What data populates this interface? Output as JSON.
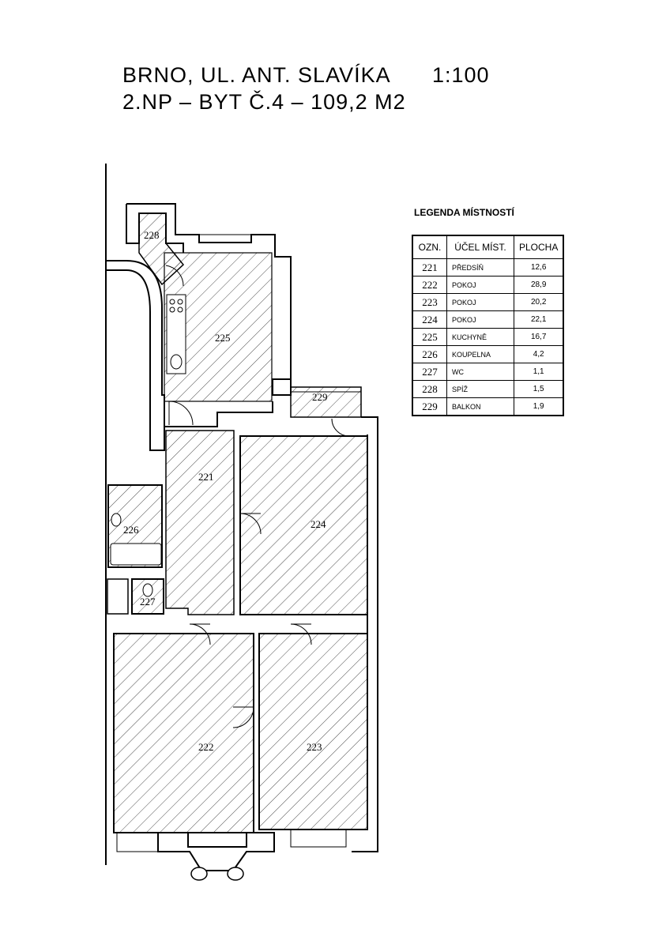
{
  "header": {
    "line1": "BRNO, UL. ANT. SLAVÍKA",
    "scale": "1:100",
    "line2": "2.NP – BYT Č.4 – 109,2 M2"
  },
  "legend": {
    "title": "LEGENDA MÍSTNOSTÍ",
    "col_code": "OZN.",
    "col_name": "ÚČEL MÍST.",
    "col_area": "PLOCHA",
    "rows": [
      {
        "code": "221",
        "name": "PŘEDSÍŇ",
        "area": "12,6"
      },
      {
        "code": "222",
        "name": "POKOJ",
        "area": "28,9"
      },
      {
        "code": "223",
        "name": "POKOJ",
        "area": "20,2"
      },
      {
        "code": "224",
        "name": "POKOJ",
        "area": "22,1"
      },
      {
        "code": "225",
        "name": "KUCHYNĚ",
        "area": "16,7"
      },
      {
        "code": "226",
        "name": "KOUPELNA",
        "area": "4,2"
      },
      {
        "code": "227",
        "name": "WC",
        "area": "1,1"
      },
      {
        "code": "228",
        "name": "SPÍŽ",
        "area": "1,5"
      },
      {
        "code": "229",
        "name": "BALKON",
        "area": "1,9"
      }
    ]
  },
  "plan": {
    "room_labels": {
      "r221": "221",
      "r222": "222",
      "r223": "223",
      "r224": "224",
      "r225": "225",
      "r226": "226",
      "r227": "227",
      "r228": "228",
      "r229": "229"
    }
  }
}
